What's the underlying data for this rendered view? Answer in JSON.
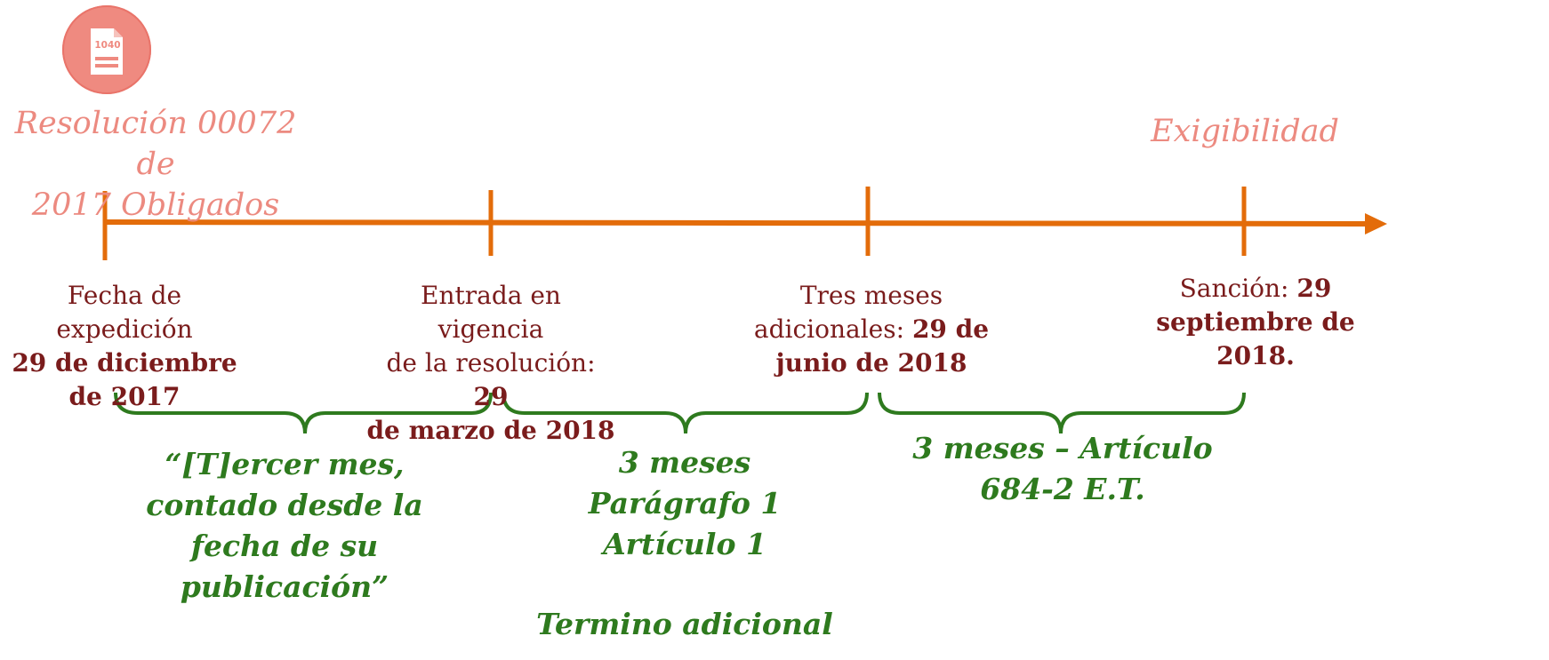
{
  "icon": {
    "name": "tax-form-icon",
    "text": "1040",
    "bg": "#ef8a80",
    "ring": "#e9746a"
  },
  "top_labels": {
    "resolution": [
      "Resolución 00072 de",
      "2017 Obligados"
    ],
    "exigibility": "Exigibilidad"
  },
  "milestones": [
    {
      "lines": [
        [
          "Fecha de expedición",
          ""
        ],
        [
          "",
          "29 de diciembre"
        ],
        [
          "",
          "de 2017"
        ]
      ]
    },
    {
      "lines": [
        [
          "Entrada en vigencia",
          ""
        ],
        [
          "de la resolución: ",
          "29"
        ],
        [
          "",
          "de marzo de 2018"
        ]
      ]
    },
    {
      "lines": [
        [
          "Tres meses",
          ""
        ],
        [
          "adicionales: ",
          "29 de"
        ],
        [
          "",
          "junio de 2018"
        ]
      ]
    },
    {
      "lines": [
        [
          "Sanción: ",
          "29"
        ],
        [
          "",
          "septiembre de 2018."
        ]
      ]
    }
  ],
  "periods": [
    {
      "lines": [
        "“[T]ercer mes,",
        "contado desde la",
        "fecha de su",
        "publicación”"
      ]
    },
    {
      "lines": [
        "3 meses",
        "Parágrafo 1",
        "Artículo 1",
        "",
        "Termino adicional"
      ]
    },
    {
      "lines": [
        "3 meses – Artículo",
        "684-2 E.T."
      ]
    }
  ],
  "colors": {
    "timeline": "#e36c0a",
    "brace": "#2e7a1e",
    "date_text": "#7a1c1c",
    "pink": "#ec8a80"
  }
}
